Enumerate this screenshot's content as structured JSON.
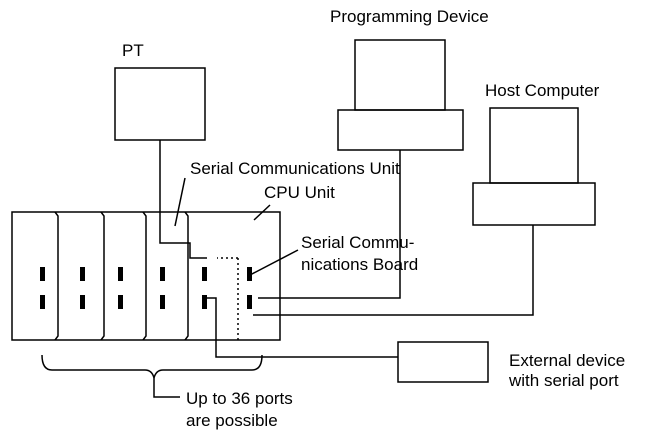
{
  "labels": {
    "programming_device": "Programming Device",
    "pt": "PT",
    "host_computer": "Host Computer",
    "serial_comm_unit": "Serial Communications Unit",
    "cpu_unit": "CPU Unit",
    "serial_comm_board_line1": "Serial Commu-",
    "serial_comm_board_line2": "nications Board",
    "external_device_line1": "External device",
    "external_device_line2": "with serial port",
    "ports_line1": "Up to 36 ports",
    "ports_line2": "are possible"
  }
}
